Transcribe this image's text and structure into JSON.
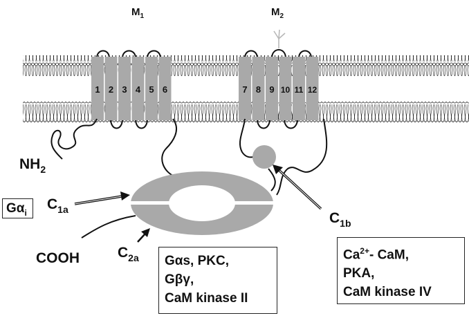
{
  "domains": {
    "m1": {
      "label": "M",
      "sub": "1"
    },
    "m2": {
      "label": "M",
      "sub": "2"
    }
  },
  "helices_m1": [
    "1",
    "2",
    "3",
    "4",
    "5",
    "6"
  ],
  "helices_m2": [
    "7",
    "8",
    "9",
    "10",
    "11",
    "12"
  ],
  "termini": {
    "nh2": {
      "label": "NH",
      "sub": "2"
    },
    "cooh": {
      "label": "COOH"
    }
  },
  "cytoplasmic_regions": {
    "c1a": {
      "label": "C",
      "sub": "1a"
    },
    "c1b": {
      "label": "C",
      "sub": "1b"
    },
    "c2a": {
      "label": "C",
      "sub": "2a"
    }
  },
  "regulator_boxes": {
    "gai": {
      "main": "Gα",
      "sub": "i"
    },
    "c2a_regulators": {
      "line1": "Gαs, PKC,",
      "line2": "Gβγ,",
      "line3": "CaM kinase II"
    },
    "c1b_regulators": {
      "line1_prefix": "Ca",
      "line1_sup": "2+",
      "line1_suffix": "- CaM,",
      "line2": "PKA,",
      "line3": "CaM kinase IV"
    }
  },
  "colors": {
    "helix_fill": "#a9a9a9",
    "catalytic_domain": "#a9a9a9",
    "lipid": "#222222",
    "glycosylation": "#b8b8b8"
  }
}
